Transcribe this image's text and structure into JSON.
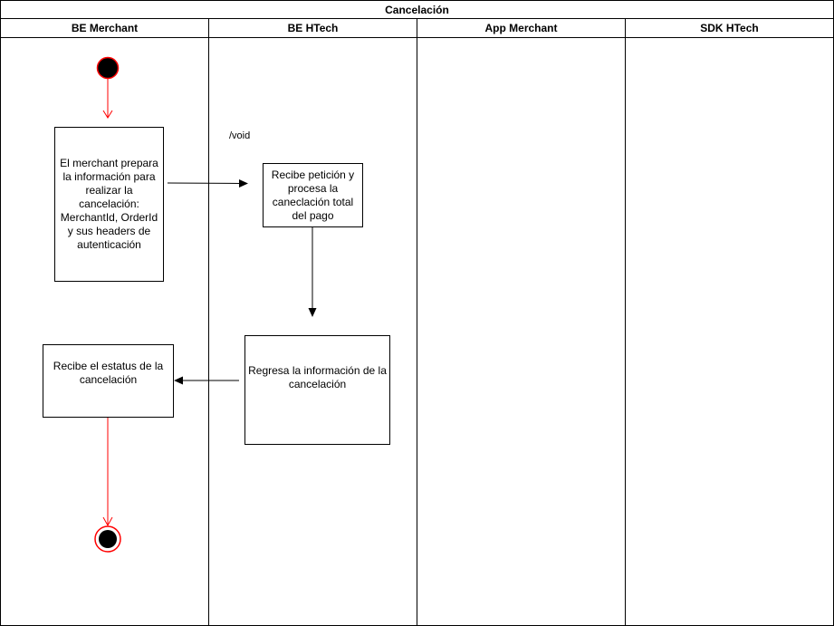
{
  "title": "Cancelación",
  "lanes": [
    "BE Merchant",
    "BE HTech",
    "App Merchant",
    "SDK HTech"
  ],
  "nodes": {
    "prepare": "El merchant prepara la información para realizar la cancelación: MerchantId, OrderId y sus headers de autenticación",
    "process": "Recibe petición y procesa la caneclación total del pago",
    "return": "Regresa la información de la cancelación",
    "receive": "Recibe el estatus de la cancelación"
  },
  "edge_labels": {
    "void": "/void"
  },
  "colors": {
    "flow_start_end": "#ff0000",
    "line": "#000000"
  }
}
